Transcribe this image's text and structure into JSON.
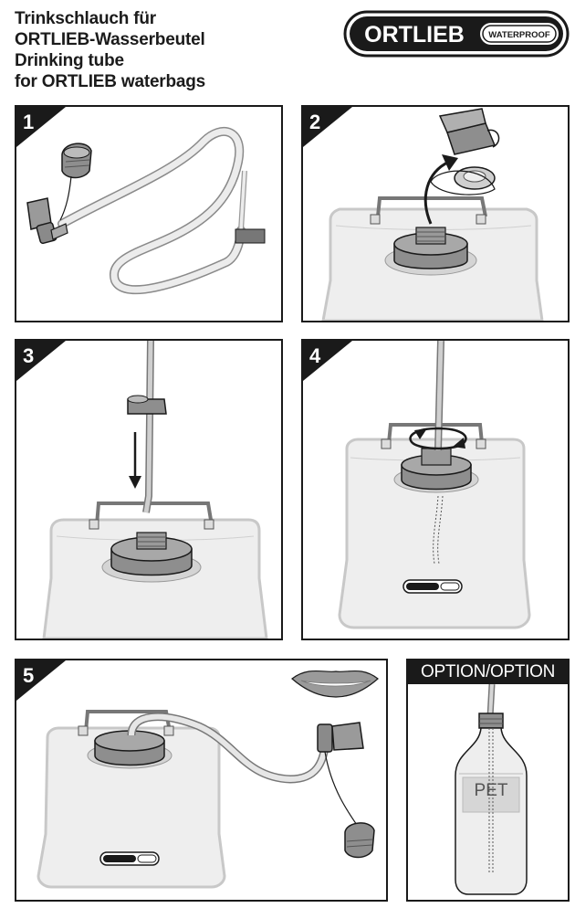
{
  "header": {
    "title_lines": [
      "Trinkschlauch für",
      "ORTLIEB-Wasserbeutel",
      "Drinking tube",
      "for ORTLIEB waterbags"
    ]
  },
  "logo": {
    "brand": "ORTLIEB",
    "tagline": "WATERPROOF"
  },
  "steps": [
    {
      "number": "1",
      "illustration": "tube-with-valve-and-clip"
    },
    {
      "number": "2",
      "illustration": "unscrew-bag-cap"
    },
    {
      "number": "3",
      "illustration": "insert-tube-into-bag"
    },
    {
      "number": "4",
      "illustration": "screw-on-tube-cap"
    },
    {
      "number": "5",
      "illustration": "drink-from-tube"
    }
  ],
  "option": {
    "title": "OPTION/OPTION",
    "bottom_label": "PET"
  },
  "colors": {
    "ink": "#1a1a1a",
    "bag_fill": "#eeeeee",
    "bag_edge": "#c8c8c8",
    "cap": "#8e8e8e",
    "tube": "#e4e4e4"
  }
}
